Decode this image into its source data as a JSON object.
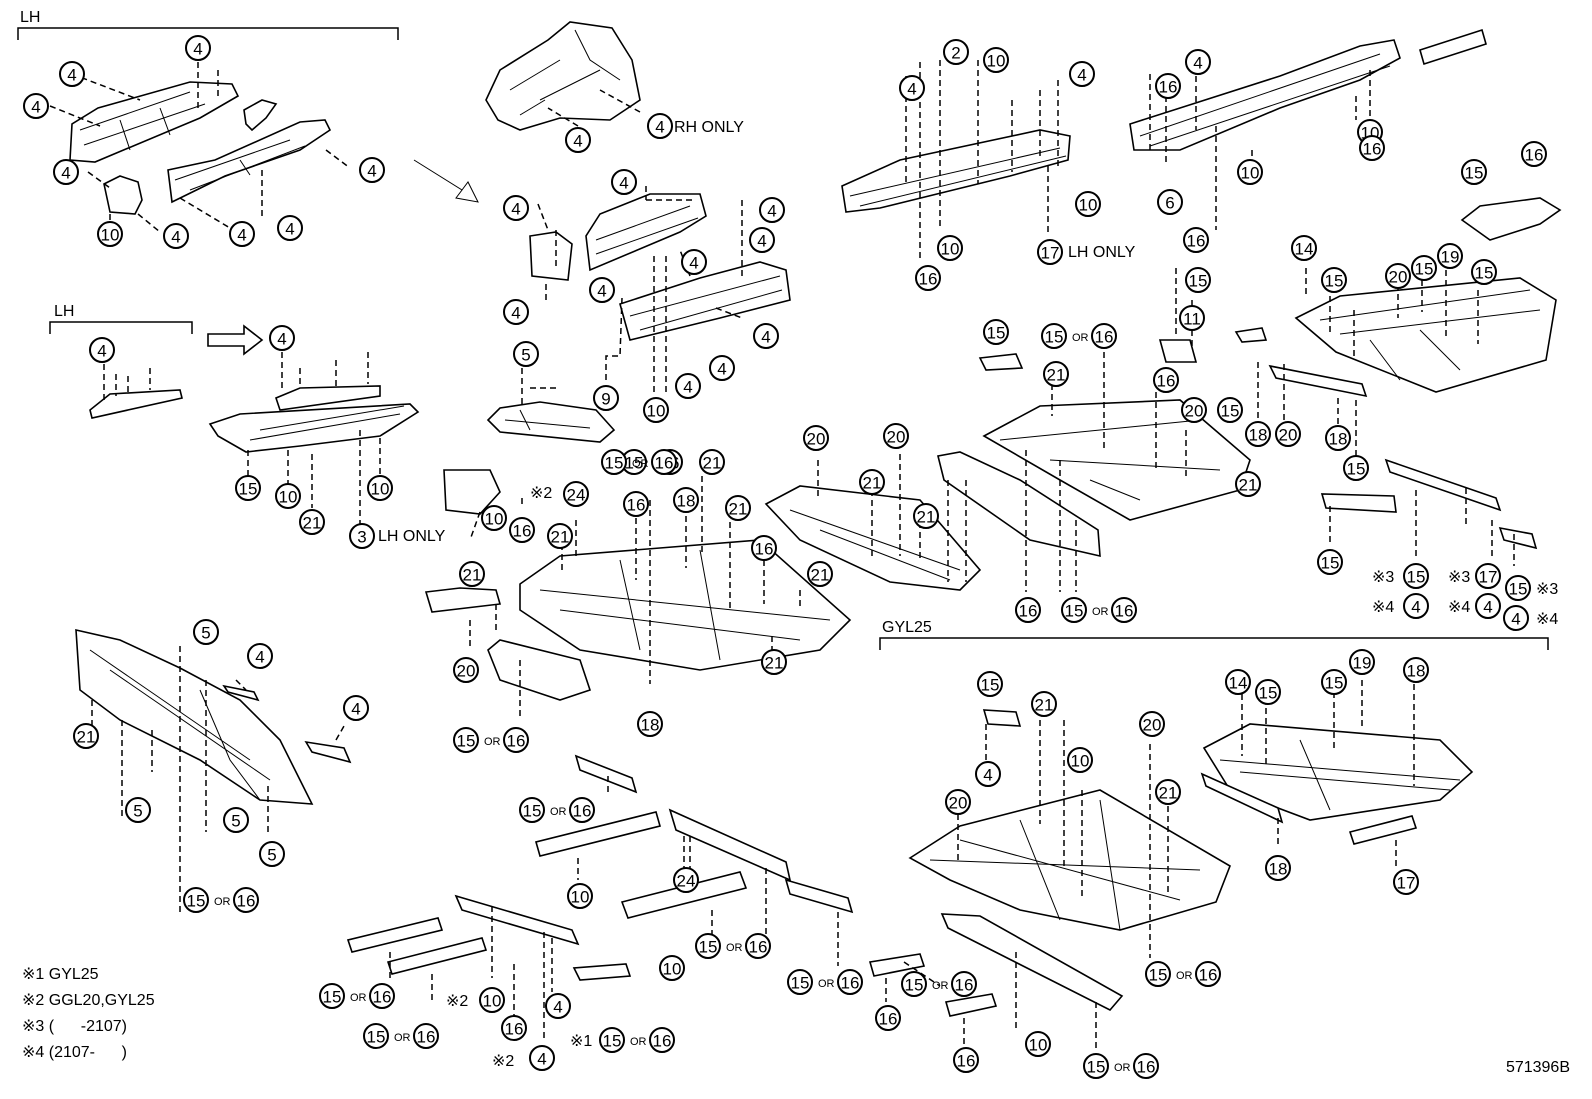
{
  "headers": {
    "lh_top": "LH",
    "lh_mid": "LH",
    "gyl25": "GYL25"
  },
  "labels": {
    "rh_only": "RH ONLY",
    "lh_only_a": "LH ONLY",
    "lh_only_b": "LH ONLY",
    "or": "OR",
    "mark_1": "※1",
    "mark_2": "※2",
    "mark_3": "※3",
    "mark_4": "※4"
  },
  "notes": [
    "※1 GYL25",
    "※2 GGL20,GYL25",
    "※3 (      -2107)",
    "※4 (2107-      )"
  ],
  "figure_id": "571396B",
  "callouts": [
    "2",
    "3",
    "4",
    "5",
    "6",
    "9",
    "10",
    "11",
    "14",
    "15",
    "16",
    "17",
    "18",
    "19",
    "20",
    "21",
    "24"
  ]
}
